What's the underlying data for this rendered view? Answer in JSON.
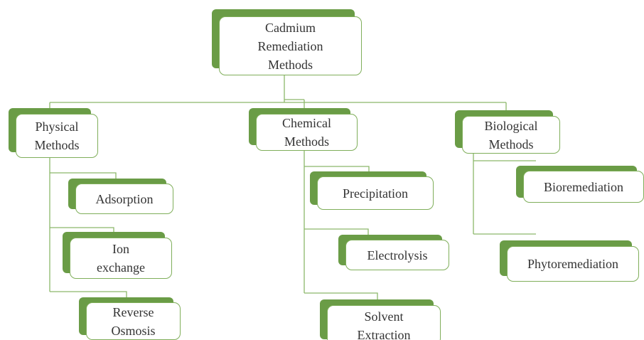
{
  "diagram": {
    "root": {
      "label_line1": "Cadmium",
      "label_line2": "Remediation",
      "label_line3": "Methods"
    },
    "categories": [
      {
        "line1": "Physical",
        "line2": "Methods",
        "children": [
          {
            "line1": "Adsorption"
          },
          {
            "line1": "Ion",
            "line2": "exchange"
          },
          {
            "line1": "Reverse",
            "line2": "Osmosis"
          }
        ]
      },
      {
        "line1": "Chemical",
        "line2": "Methods",
        "children": [
          {
            "line1": "Precipitation"
          },
          {
            "line1": "Electrolysis"
          },
          {
            "line1": "Solvent",
            "line2": "Extraction"
          }
        ]
      },
      {
        "line1": "Biological",
        "line2": "Methods",
        "children": [
          {
            "line1": "Bioremediation"
          },
          {
            "line1": "Phytoremediation"
          }
        ]
      }
    ],
    "colors": {
      "accent": "#6a9c46",
      "border": "#7fae5a",
      "connector": "#8cb86a",
      "text": "#333333"
    }
  }
}
